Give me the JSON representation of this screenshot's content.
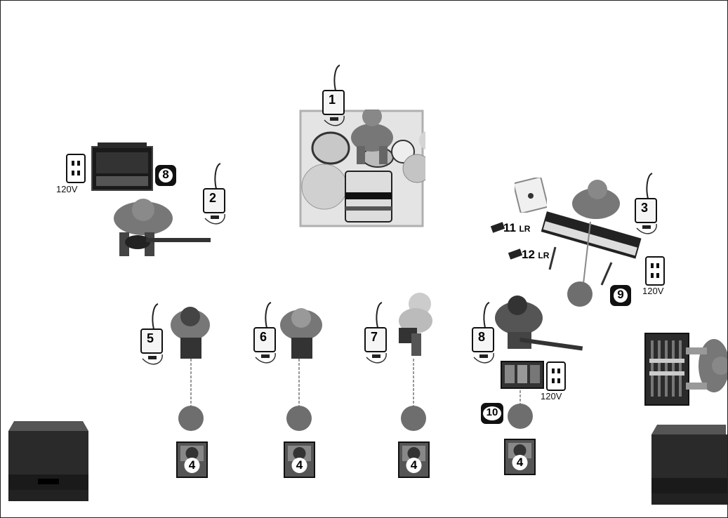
{
  "channels": {
    "drum_pack": "1",
    "guitar_pack": "2",
    "keys_pack": "3",
    "pack5": "5",
    "pack6": "6",
    "pack7": "7",
    "pack8": "8"
  },
  "wedge_label": "4",
  "outlet_voltage": "120V",
  "badges": {
    "amp": "8",
    "keys_outlet": "9",
    "pedalboard": "10"
  },
  "keys_inputs": [
    {
      "num": "11",
      "suffix": "LR"
    },
    {
      "num": "12",
      "suffix": "LR"
    }
  ]
}
